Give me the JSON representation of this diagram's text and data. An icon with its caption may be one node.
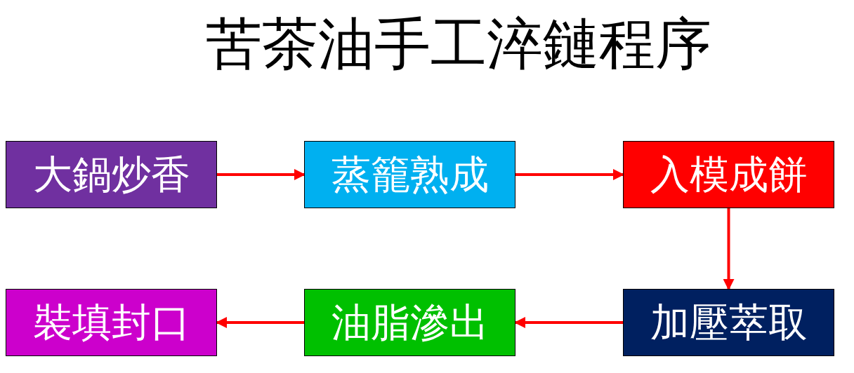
{
  "diagram": {
    "title": "苦茶油手工淬鏈程序",
    "nodes": [
      {
        "text": [
          "大鍋炒香"
        ]
      },
      {
        "text": [
          "蒸籠熟成"
        ]
      },
      {
        "text": [
          "入模成餅"
        ]
      },
      {
        "text": [
          "加壓萃取"
        ]
      },
      {
        "text": [
          "油脂滲出"
        ]
      },
      {
        "text": [
          "裝填封口"
        ]
      }
    ],
    "edges": [
      {
        "from": 0,
        "to": 1,
        "arrow": "to"
      },
      {
        "from": 1,
        "to": 2,
        "arrow": "to"
      },
      {
        "from": 2,
        "to": 3,
        "arrow": "to"
      },
      {
        "from": 3,
        "to": 4,
        "arrow": "to"
      },
      {
        "from": 4,
        "to": 5,
        "arrow": "to"
      }
    ]
  }
}
